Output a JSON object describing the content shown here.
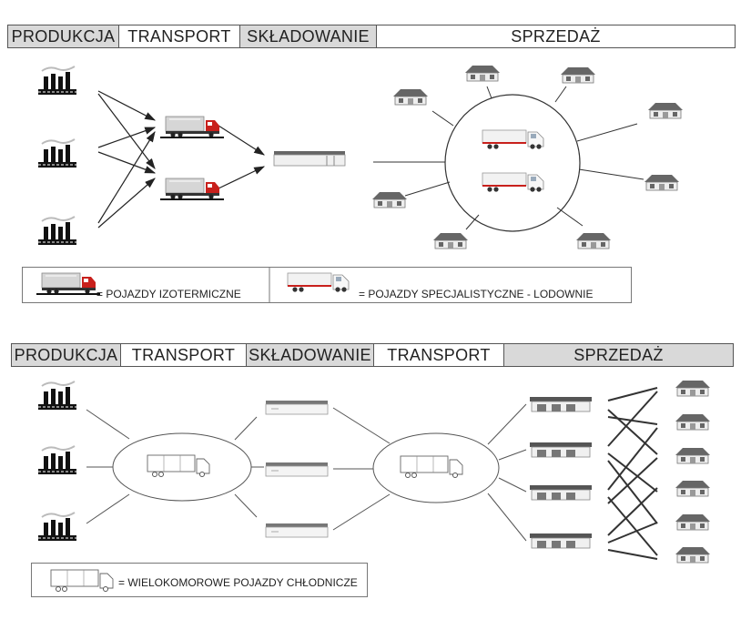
{
  "top_chain": {
    "stages": [
      {
        "label": "PRODUKCJA",
        "shade": "gray"
      },
      {
        "label": "TRANSPORT",
        "shade": "white"
      },
      {
        "label": "SKŁADOWANIE",
        "shade": "gray"
      },
      {
        "label": "SPRZEDAŻ",
        "shade": "white"
      }
    ],
    "legend": [
      {
        "icon": "red-truck-icon",
        "text": "= POJAZDY IZOTERMICZNE"
      },
      {
        "icon": "white-truck-icon",
        "text": "= POJAZDY SPECJALISTYCZNE - LODOWNIE"
      }
    ]
  },
  "bottom_chain": {
    "stages": [
      {
        "label": "PRODUKCJA",
        "shade": "gray"
      },
      {
        "label": "TRANSPORT",
        "shade": "white"
      },
      {
        "label": "SKŁADOWANIE",
        "shade": "gray"
      },
      {
        "label": "TRANSPORT",
        "shade": "white"
      },
      {
        "label": "SPRZEDAŻ",
        "shade": "gray"
      }
    ],
    "legend": [
      {
        "icon": "multi-compartment-truck-icon",
        "text": "= WIELOKOMOROWE POJAZDY CHŁODNICZE"
      }
    ]
  },
  "colors": {
    "header_gray": "#d9d9d9",
    "truck_red": "#c8201c",
    "line": "#333333"
  }
}
